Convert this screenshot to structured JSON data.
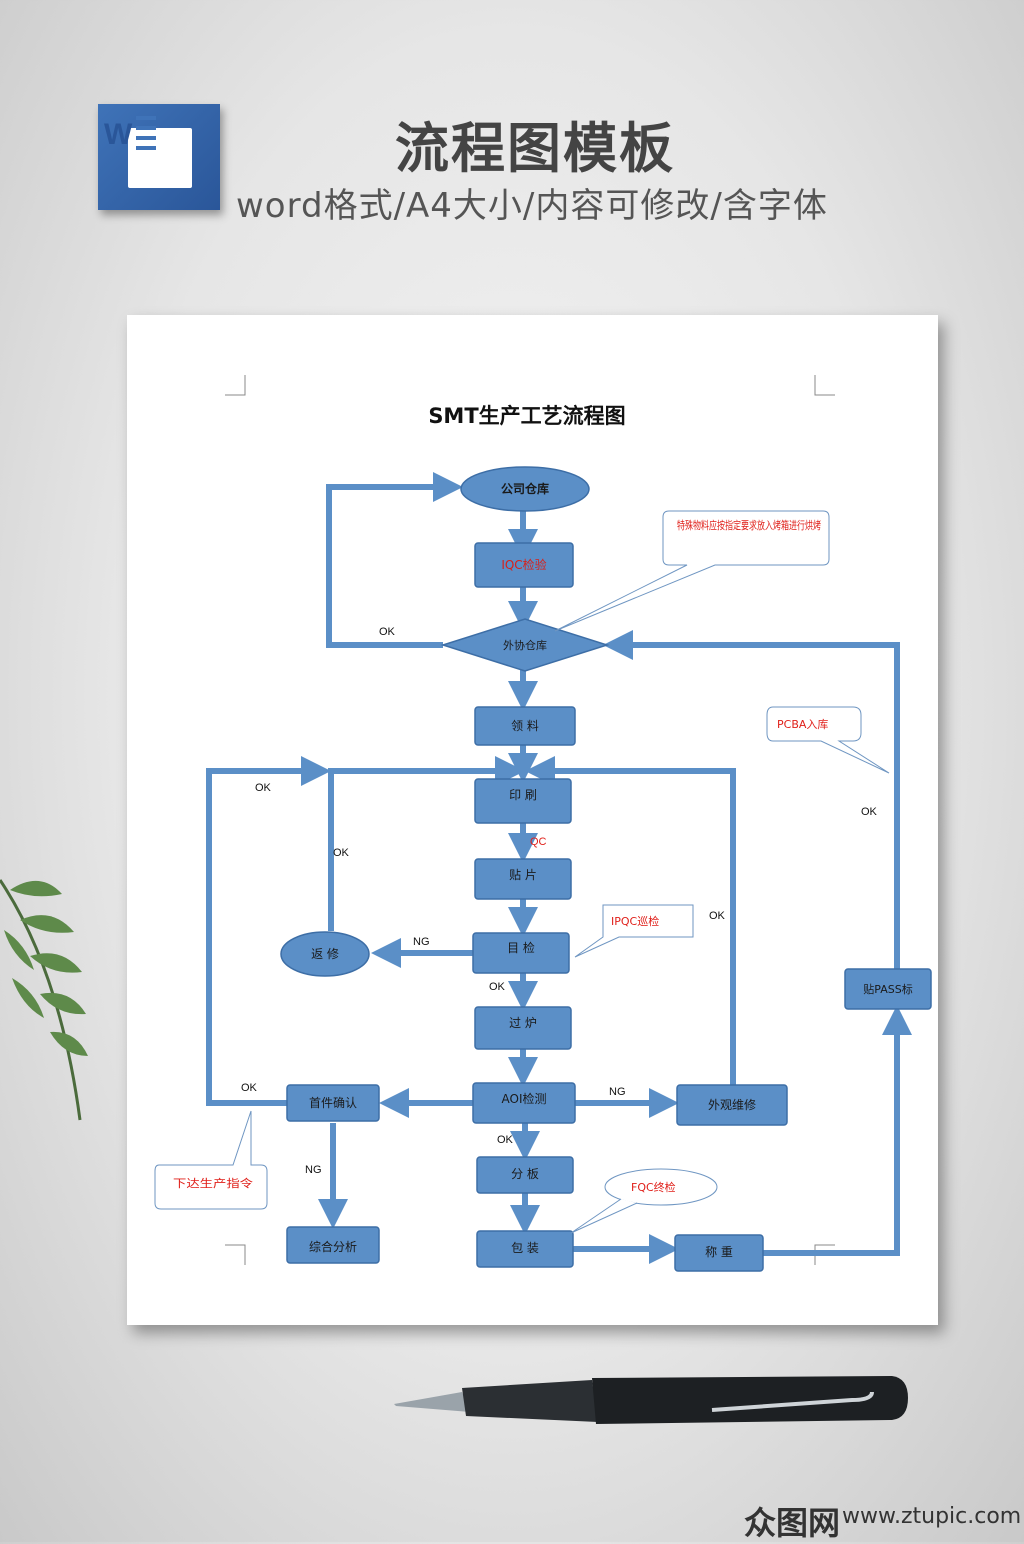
{
  "header": {
    "app_icon": "word-icon",
    "title": "流程图模板",
    "subtitle": "word格式/A4大小/内容可修改/含字体"
  },
  "document": {
    "title": "SMT生产工艺流程图",
    "nodes": {
      "warehouse": "公司仓库",
      "iqc": "IQC检验",
      "outsourced": "外协仓库",
      "receive": "领 料",
      "print": "印 刷",
      "mount": "贴 片",
      "visual": "目 检",
      "rework": "返 修",
      "reflow": "过 炉",
      "aoi": "AOI检测",
      "first_article": "首件确认",
      "appearance": "外观维修",
      "split": "分 板",
      "pack": "包 装",
      "weigh": "称 重",
      "analysis": "综合分析",
      "pass_label": "贴PASS标"
    },
    "callouts": {
      "special": "特殊物料应按指定要求放入烤箱进行烘烤",
      "pcba": "PCBA入库",
      "ipqc": "IPQC巡检",
      "order": "下达生产指令",
      "fqc": "FQC终检"
    },
    "edge_labels": {
      "ok_loop_top": "OK",
      "ok_left_outer": "OK",
      "ok_rework": "OK",
      "qc": "QC",
      "ng_visual": "NG",
      "ok_visual": "OK",
      "ok_right": "OK",
      "ok_pass": "OK",
      "ok_first": "OK",
      "ng_aoi": "NG",
      "ok_aoi": "OK",
      "ng_first": "NG"
    },
    "colors": {
      "node_fill": "#5b8fc7",
      "node_stroke": "#3d6ea6",
      "arrow": "#5b8fc7",
      "callout_text": "#e0201a"
    }
  },
  "watermark": {
    "logo": "众图网",
    "url": "www.ztupic.com"
  }
}
